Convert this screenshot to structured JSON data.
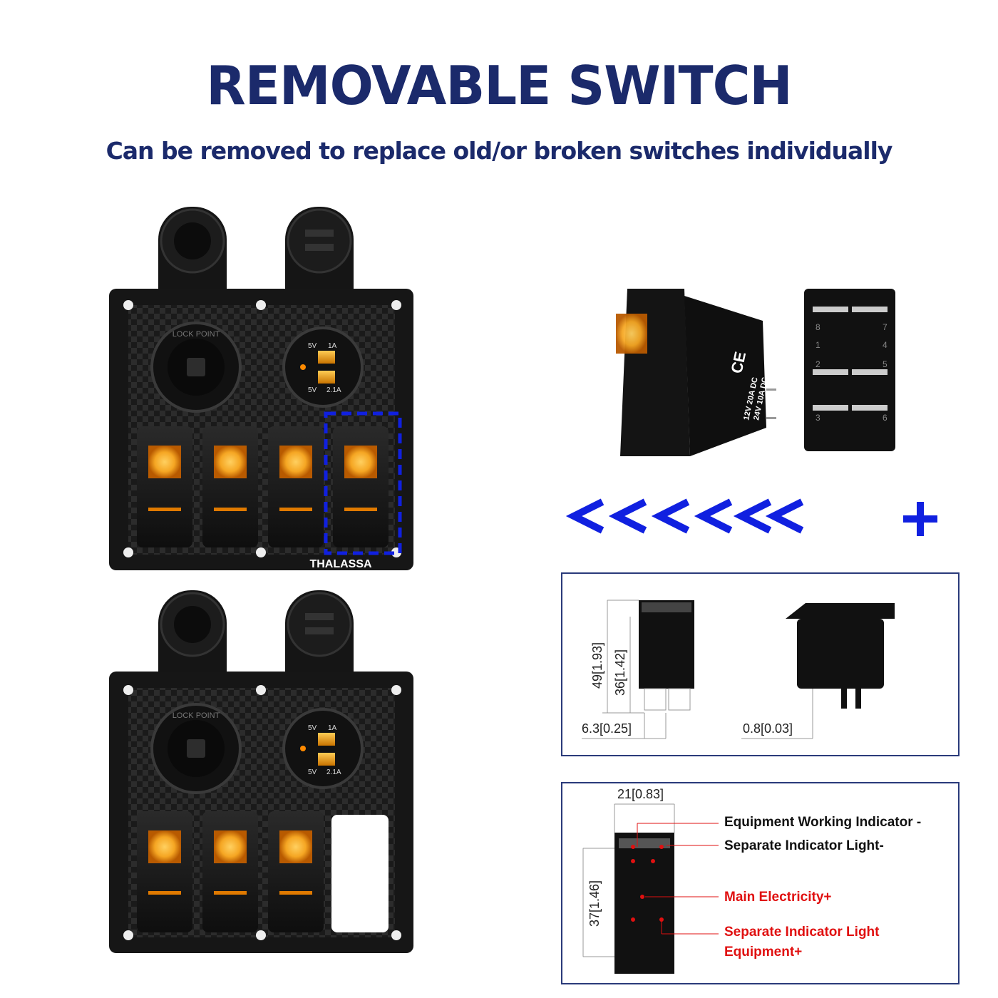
{
  "header": {
    "title": "REMOVABLE SWITCH",
    "subtitle": "Can be removed to replace old/or broken switches individually"
  },
  "panel_top": {
    "socket_label": "LOCK POINT",
    "usb_top_labels": [
      "5V",
      "1A"
    ],
    "usb_bottom_labels": [
      "5V",
      "2.1A"
    ],
    "brand": "THALASSA"
  },
  "panel_bottom": {
    "socket_label": "LOCK POINT",
    "usb_top_labels": [
      "5V",
      "1A"
    ],
    "usb_bottom_labels": [
      "5V",
      "2.1A"
    ]
  },
  "switch_product": {
    "ce_mark": "CE",
    "rating_1": "12V 20A DC",
    "rating_2": "24V 10A DC",
    "pins_left": [
      "8",
      "1",
      "2",
      "3"
    ],
    "pins_right": [
      "7",
      "4",
      "5",
      "6"
    ]
  },
  "arrows": {
    "count": 6,
    "plus_symbol": "+"
  },
  "dimensions_box": {
    "height_total": "49[1.93]",
    "height_body": "36[1.42]",
    "pin_width": "6.3[0.25]",
    "pin_thickness": "0.8[0.03]"
  },
  "wiring_box": {
    "width": "21[0.83]",
    "height": "37[1.46]",
    "labels": [
      {
        "text": "Equipment Working Indicator -",
        "color": "black"
      },
      {
        "text": "Separate Indicator Light-",
        "color": "black"
      },
      {
        "text": "Main Electricity+",
        "color": "red"
      },
      {
        "text": "Separate Indicator Light",
        "color": "red"
      },
      {
        "text": "Equipment+",
        "color": "red"
      }
    ]
  },
  "colors": {
    "title": "#1b2a6b",
    "accent_blue": "#1020e0",
    "led_orange": "#f5a623",
    "label_red": "#e01010"
  }
}
